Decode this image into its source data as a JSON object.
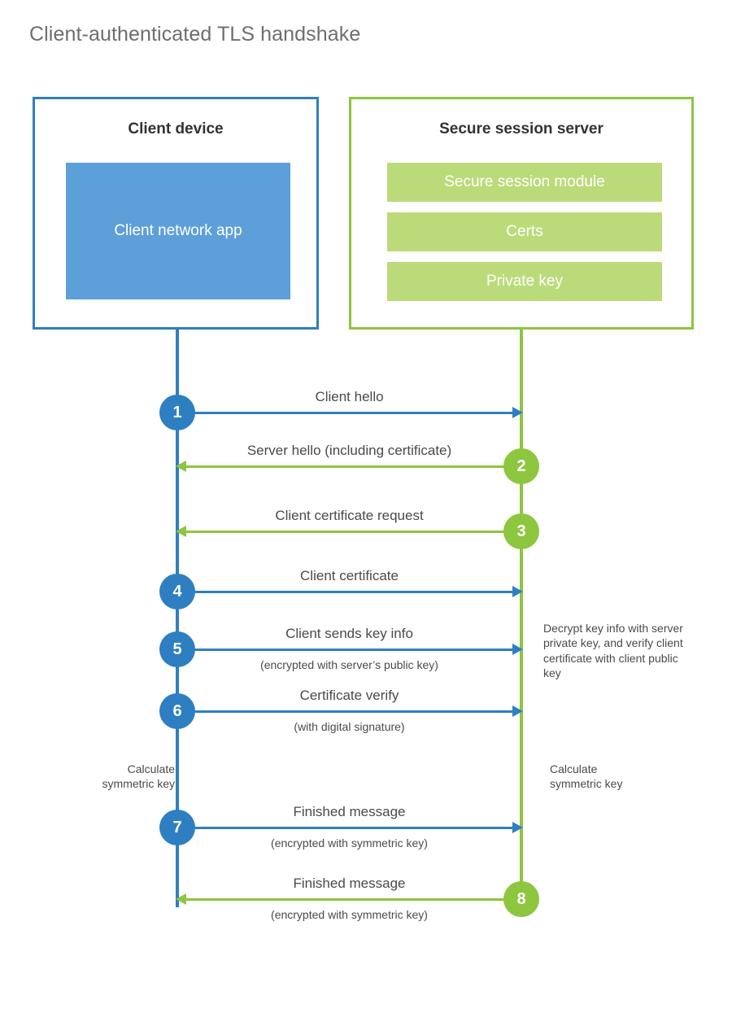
{
  "title": "Client-authenticated TLS handshake",
  "colors": {
    "client_blue": "#2E7FC1",
    "client_app_fill": "#5D9FD8",
    "server_green": "#8DC63F",
    "server_module_fill": "#BBDB7A",
    "text": "#4a4a4a"
  },
  "actors": {
    "client": {
      "title": "Client device",
      "component": "Client network app"
    },
    "server": {
      "title": "Secure session server",
      "modules": [
        "Secure session module",
        "Certs",
        "Private key"
      ]
    }
  },
  "messages": [
    {
      "step": "1",
      "label": "Client hello",
      "sublabel": "",
      "direction": "client-to-server",
      "color": "blue"
    },
    {
      "step": "2",
      "label": "Server hello (including certificate)",
      "sublabel": "",
      "direction": "server-to-client",
      "color": "green"
    },
    {
      "step": "3",
      "label": "Client certificate request",
      "sublabel": "",
      "direction": "server-to-client",
      "color": "green"
    },
    {
      "step": "4",
      "label": "Client certificate",
      "sublabel": "",
      "direction": "client-to-server",
      "color": "blue"
    },
    {
      "step": "5",
      "label": "Client sends key info",
      "sublabel": "(encrypted with server’s public key)",
      "direction": "client-to-server",
      "color": "blue"
    },
    {
      "step": "6",
      "label": "Certificate verify",
      "sublabel": "(with digital signature)",
      "direction": "client-to-server",
      "color": "blue"
    },
    {
      "step": "7",
      "label": "Finished message",
      "sublabel": "(encrypted with symmetric key)",
      "direction": "client-to-server",
      "color": "blue"
    },
    {
      "step": "8",
      "label": "Finished message",
      "sublabel": "(encrypted with symmetric key)",
      "direction": "server-to-client",
      "color": "green"
    }
  ],
  "notes": {
    "client_calculate": "Calculate\nsymmetric key",
    "server_decrypt": "Decrypt key info with server private key, and verify client certificate with client public key",
    "server_calculate": "Calculate\nsymmetric key"
  }
}
